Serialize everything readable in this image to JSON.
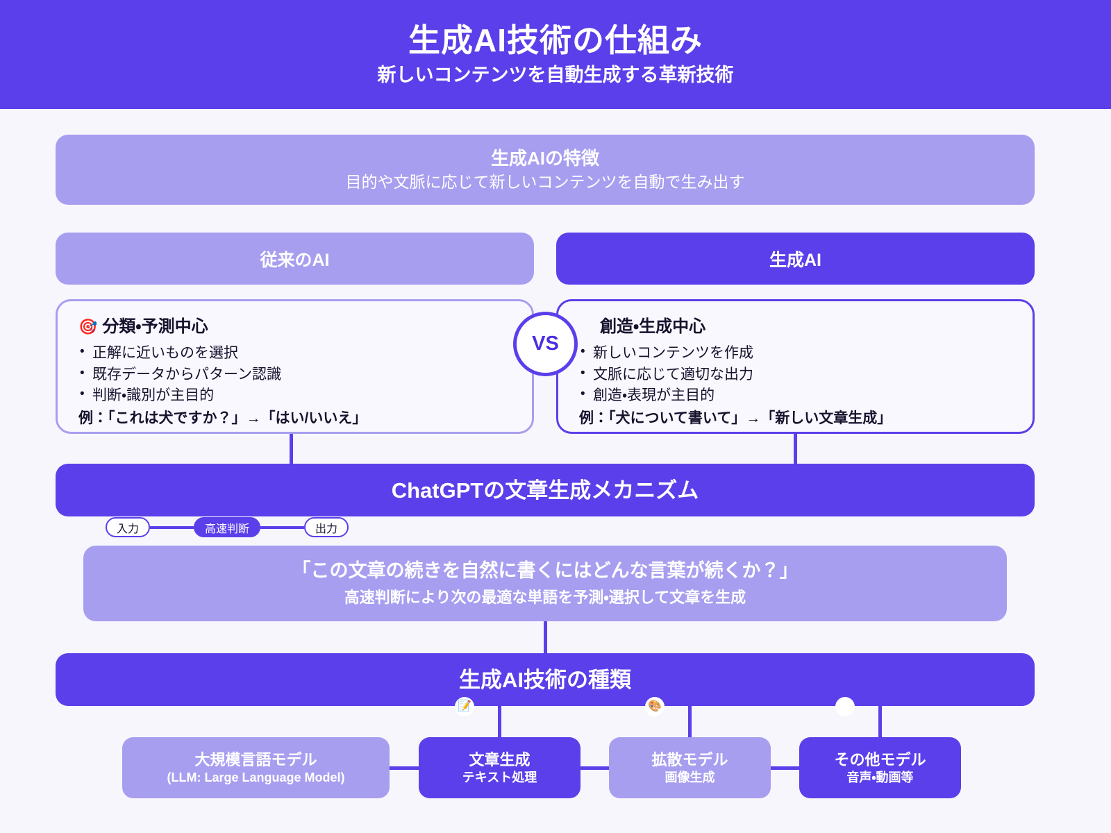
{
  "header": {
    "title": "生成AI技術の仕組み",
    "subtitle": "新しいコンテンツを自動生成する革新技術"
  },
  "feature_banner": {
    "title": "生成AIの特徴",
    "description": "目的や文脈に応じて新しいコンテンツを自動で生み出す"
  },
  "comparison": {
    "vs_label": "VS",
    "left": {
      "heading": "従来のAI",
      "card_emoji": "🎯",
      "card_title": "分類・予測中心",
      "bullets": [
        "正解に近いものを選択",
        "既存データからパターン認識",
        "判断・識別が主目的"
      ],
      "example": "例：「これは犬ですか？」→「はい/いいえ」"
    },
    "right": {
      "heading": "生成AI",
      "card_title": "創造・生成中心",
      "bullets": [
        "新しいコンテンツを作成",
        "文脈に応じて適切な出力",
        "創造・表現が主目的"
      ],
      "example": "例：「犬について書いて」→「新しい文章生成」"
    }
  },
  "mechanism": {
    "banner_title": "ChatGPTの文章生成メカニズム",
    "flow": [
      {
        "label": "入力",
        "style": "outline"
      },
      {
        "label": "高速判断",
        "style": "filled"
      },
      {
        "label": "出力",
        "style": "outline"
      }
    ],
    "prompt_main": "「この文章の続きを自然に書くにはどんな言葉が続くか？」",
    "prompt_sub": "高速判断により次の最適な単語を予測・選択して文章を生成"
  },
  "types": {
    "banner_title": "生成AI技術の種類",
    "badges": [
      "📝",
      "🎨",
      ""
    ],
    "cards": [
      {
        "title": "大規模言語モデル",
        "subtitle": "(LLM: Large Language Model)",
        "tone": "light"
      },
      {
        "title": "文章生成",
        "subtitle": "テキスト処理",
        "tone": "dark"
      },
      {
        "title": "拡散モデル",
        "subtitle": "画像生成",
        "tone": "light"
      },
      {
        "title": "その他モデル",
        "subtitle": "音声・動画等",
        "tone": "dark"
      }
    ]
  },
  "colors": {
    "brand_dark": "#5A3FEA",
    "brand_light": "#A79EF0",
    "background": "#F7F6FD",
    "card_surface": "#F9F8FF"
  }
}
